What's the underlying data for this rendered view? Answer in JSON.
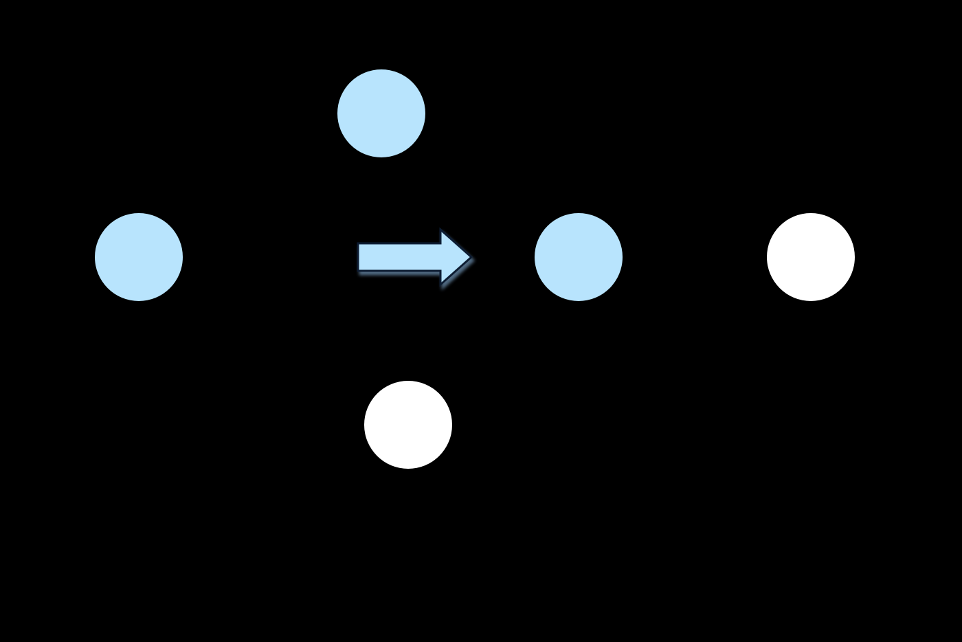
{
  "diagram": {
    "background_color": "#000000",
    "node_light_color": "#b8e4fd",
    "node_white_color": "#ffffff",
    "arrow_fill_color": "#b8e4fd",
    "arrow_stroke_color": "#0b1e33",
    "arrow_shadow_color": "#5a7590",
    "nodes": [
      {
        "id": "top",
        "fill": "light"
      },
      {
        "id": "left",
        "fill": "light"
      },
      {
        "id": "center",
        "fill": "light"
      },
      {
        "id": "right",
        "fill": "white"
      },
      {
        "id": "bottom",
        "fill": "white"
      }
    ],
    "arrow": {
      "direction": "right"
    }
  }
}
